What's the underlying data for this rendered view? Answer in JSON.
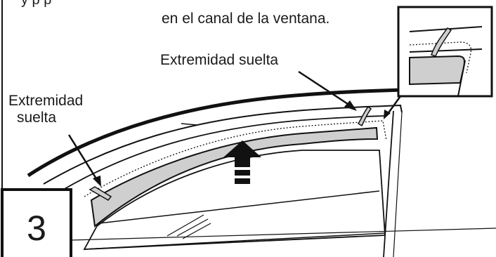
{
  "instruction_text": {
    "line1_partial": "… … …",
    "line2": "en el canal de la ventana."
  },
  "callouts": {
    "right_label": "Extremidad suelta",
    "left_label_line1": "Extremidad",
    "left_label_line2": "suelta"
  },
  "step": {
    "number": "3"
  },
  "colors": {
    "ink": "#111111",
    "visor_fill": "#cfcfcf",
    "background": "#ffffff"
  }
}
